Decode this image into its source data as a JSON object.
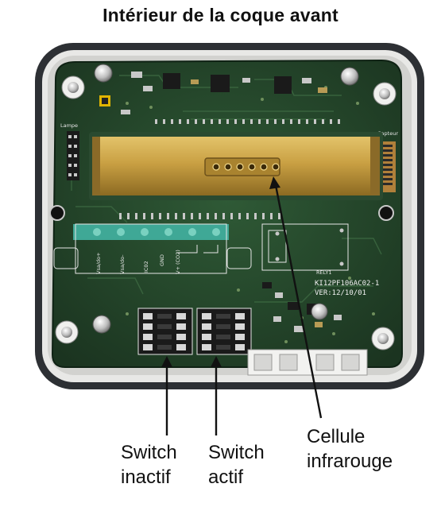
{
  "title": "Intérieur de la coque avant",
  "labels": {
    "switch_inactive": [
      "Switch",
      "inactif"
    ],
    "switch_active": [
      "Switch",
      "actif"
    ],
    "ir_cell": [
      "Cellule",
      "infrarouge"
    ]
  },
  "silkscreen": {
    "lampe": "Lampe",
    "capteur": "Capteur",
    "relay": "RELY1",
    "board_id": "KI12PF106AC02-1",
    "version": "VER:12/10/01",
    "pins": [
      "Vsa/do+",
      "Vsa/do-",
      "IIC02",
      "GND",
      "V+ (CO2)"
    ]
  },
  "colors": {
    "pcb": "#24452a",
    "sensor_gold": "#c9a043",
    "terminal_green": "#3fa896",
    "housing": "#e8e8e6",
    "rim": "#2d3034"
  }
}
